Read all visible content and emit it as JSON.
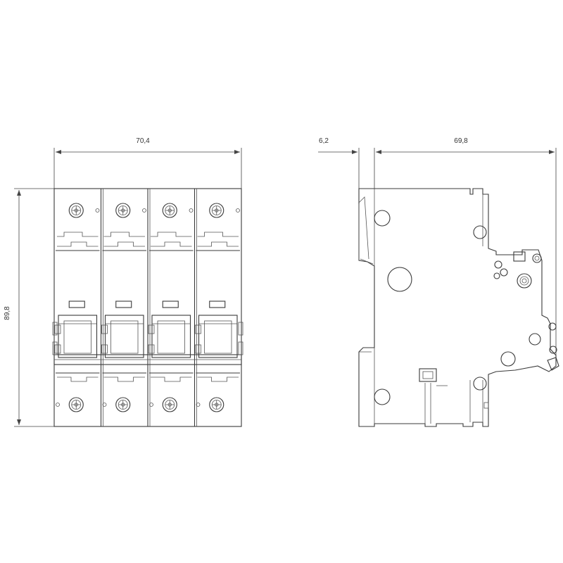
{
  "front_view": {
    "width_label": "70,4",
    "height_label": "89,8",
    "poles": 4
  },
  "side_view": {
    "offset_label": "6,2",
    "depth_label": "69,8"
  }
}
